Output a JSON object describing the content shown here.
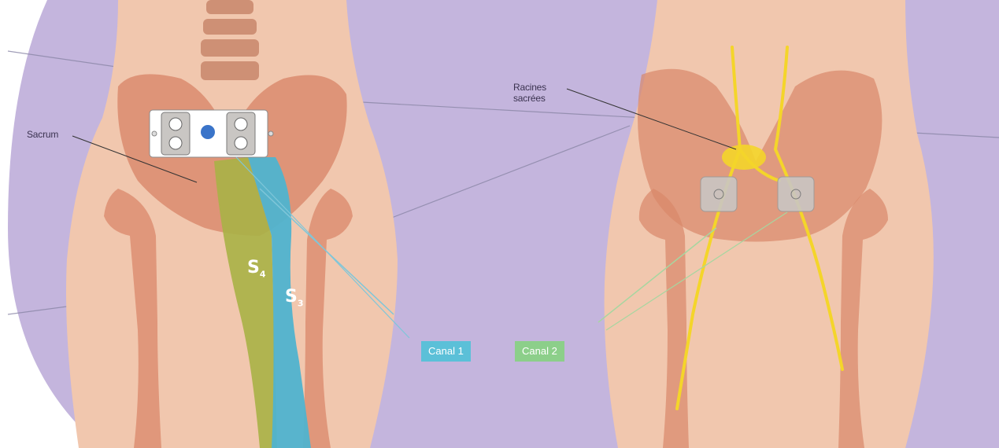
{
  "labels": {
    "sacrum": "Sacrum",
    "sacral_roots_line1": "Racines",
    "sacral_roots_line2": "sacrées",
    "s4_letter": "S",
    "s4_sub": "4",
    "s3_letter": "S",
    "s3_sub": "3"
  },
  "channels": [
    {
      "label": "Canal 1",
      "color": "#5bc0d8"
    },
    {
      "label": "Canal 2",
      "color": "#8ccf8a"
    }
  ],
  "colors": {
    "background": "#c4b5dd",
    "skin": "#f1c7ae",
    "bone": "#d9876a",
    "nerve": "#f4d52a",
    "s3_zone": "#4fb3cf",
    "s4_zone": "#a9b146",
    "electrode": "#c9c6c3"
  },
  "icons": {
    "stimulator": "stimulator-device-icon",
    "electrode_left": "electrode-pad-icon",
    "electrode_right": "electrode-pad-icon"
  }
}
